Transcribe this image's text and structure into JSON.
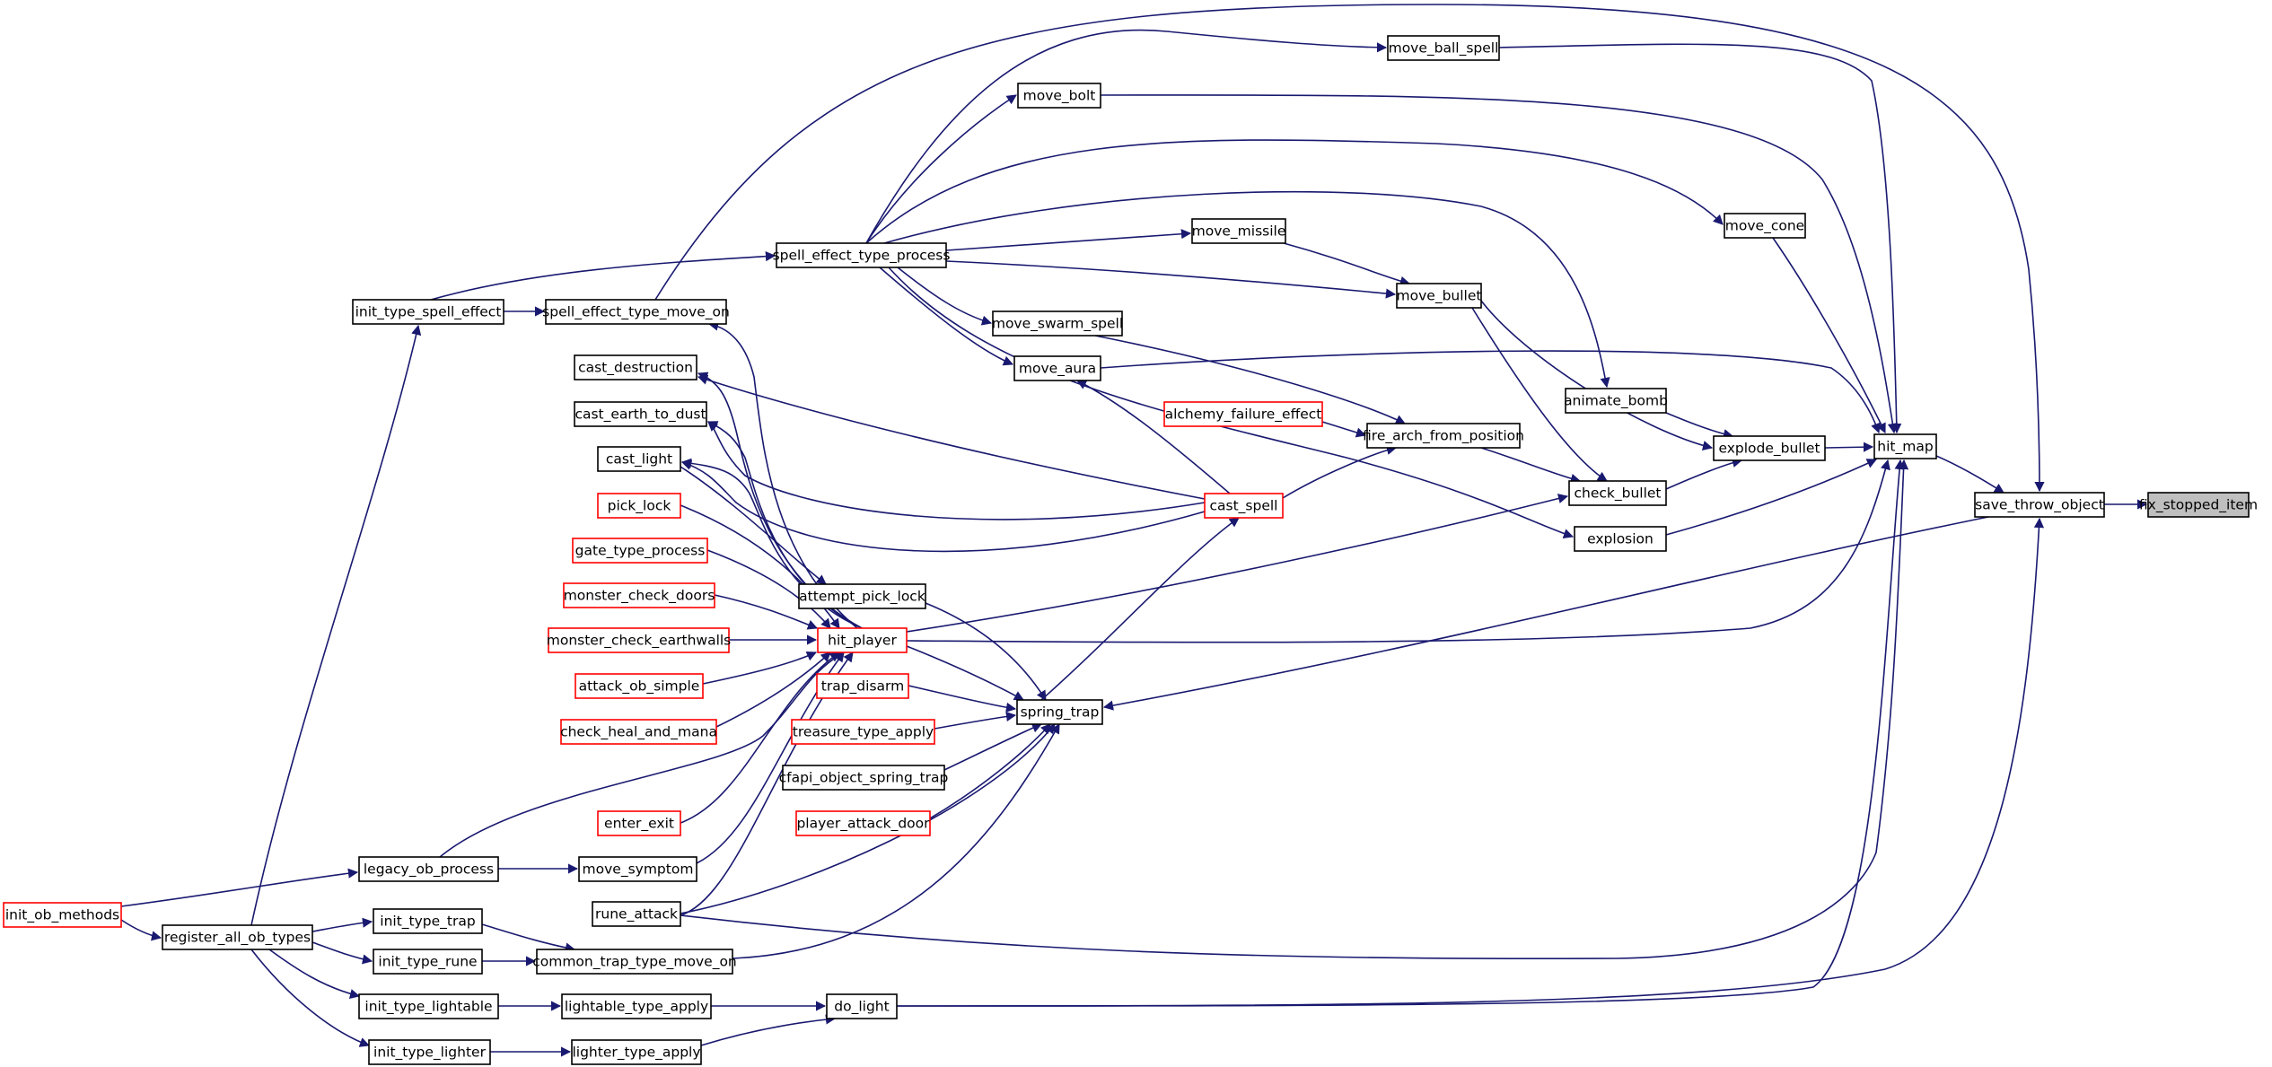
{
  "graph": {
    "edge_color": "#191970",
    "node_border": "#000000",
    "external_node_border": "#ff0000",
    "root_fill": "#bfbfbf",
    "nodes": [
      {
        "id": "fix_stopped_item",
        "label": "fix_stopped_item",
        "style": "root"
      },
      {
        "id": "save_throw_object",
        "label": "save_throw_object",
        "style": "normal"
      },
      {
        "id": "hit_map",
        "label": "hit_map",
        "style": "normal"
      },
      {
        "id": "move_ball_spell",
        "label": "move_ball_spell",
        "style": "normal"
      },
      {
        "id": "move_bolt",
        "label": "move_bolt",
        "style": "normal"
      },
      {
        "id": "move_cone",
        "label": "move_cone",
        "style": "normal"
      },
      {
        "id": "spell_effect_type_process",
        "label": "spell_effect_type_process",
        "style": "normal"
      },
      {
        "id": "move_missile",
        "label": "move_missile",
        "style": "normal"
      },
      {
        "id": "move_bullet",
        "label": "move_bullet",
        "style": "normal"
      },
      {
        "id": "init_type_spell_effect",
        "label": "init_type_spell_effect",
        "style": "normal"
      },
      {
        "id": "spell_effect_type_move_on",
        "label": "spell_effect_type_move_on",
        "style": "normal"
      },
      {
        "id": "move_swarm_spell",
        "label": "move_swarm_spell",
        "style": "normal"
      },
      {
        "id": "cast_destruction",
        "label": "cast_destruction",
        "style": "normal"
      },
      {
        "id": "move_aura",
        "label": "move_aura",
        "style": "normal"
      },
      {
        "id": "animate_bomb",
        "label": "animate_bomb",
        "style": "normal"
      },
      {
        "id": "alchemy_failure_effect",
        "label": "alchemy_failure_effect",
        "style": "external"
      },
      {
        "id": "cast_earth_to_dust",
        "label": "cast_earth_to_dust",
        "style": "normal"
      },
      {
        "id": "fire_arch_from_position",
        "label": "fire_arch_from_position",
        "style": "normal"
      },
      {
        "id": "explode_bullet",
        "label": "explode_bullet",
        "style": "normal"
      },
      {
        "id": "cast_light",
        "label": "cast_light",
        "style": "normal"
      },
      {
        "id": "check_bullet",
        "label": "check_bullet",
        "style": "normal"
      },
      {
        "id": "cast_spell",
        "label": "cast_spell",
        "style": "external"
      },
      {
        "id": "pick_lock",
        "label": "pick_lock",
        "style": "external"
      },
      {
        "id": "explosion",
        "label": "explosion",
        "style": "normal"
      },
      {
        "id": "gate_type_process",
        "label": "gate_type_process",
        "style": "external"
      },
      {
        "id": "attempt_pick_lock",
        "label": "attempt_pick_lock",
        "style": "normal"
      },
      {
        "id": "monster_check_doors",
        "label": "monster_check_doors",
        "style": "external"
      },
      {
        "id": "monster_check_earthwalls",
        "label": "monster_check_earthwalls",
        "style": "external"
      },
      {
        "id": "hit_player",
        "label": "hit_player",
        "style": "external"
      },
      {
        "id": "attack_ob_simple",
        "label": "attack_ob_simple",
        "style": "external"
      },
      {
        "id": "trap_disarm",
        "label": "trap_disarm",
        "style": "external"
      },
      {
        "id": "spring_trap",
        "label": "spring_trap",
        "style": "normal"
      },
      {
        "id": "check_heal_and_mana",
        "label": "check_heal_and_mana",
        "style": "external"
      },
      {
        "id": "treasure_type_apply",
        "label": "treasure_type_apply",
        "style": "external"
      },
      {
        "id": "cfapi_object_spring_trap",
        "label": "cfapi_object_spring_trap",
        "style": "normal"
      },
      {
        "id": "enter_exit",
        "label": "enter_exit",
        "style": "external"
      },
      {
        "id": "player_attack_door",
        "label": "player_attack_door",
        "style": "external"
      },
      {
        "id": "legacy_ob_process",
        "label": "legacy_ob_process",
        "style": "normal"
      },
      {
        "id": "move_symptom",
        "label": "move_symptom",
        "style": "normal"
      },
      {
        "id": "init_ob_methods",
        "label": "init_ob_methods",
        "style": "external"
      },
      {
        "id": "rune_attack",
        "label": "rune_attack",
        "style": "normal"
      },
      {
        "id": "init_type_trap",
        "label": "init_type_trap",
        "style": "normal"
      },
      {
        "id": "register_all_ob_types",
        "label": "register_all_ob_types",
        "style": "normal"
      },
      {
        "id": "init_type_rune",
        "label": "init_type_rune",
        "style": "normal"
      },
      {
        "id": "common_trap_type_move_on",
        "label": "common_trap_type_move_on",
        "style": "normal"
      },
      {
        "id": "init_type_lightable",
        "label": "init_type_lightable",
        "style": "normal"
      },
      {
        "id": "lightable_type_apply",
        "label": "lightable_type_apply",
        "style": "normal"
      },
      {
        "id": "do_light",
        "label": "do_light",
        "style": "normal"
      },
      {
        "id": "init_type_lighter",
        "label": "init_type_lighter",
        "style": "normal"
      },
      {
        "id": "lighter_type_apply",
        "label": "lighter_type_apply",
        "style": "normal"
      }
    ],
    "edges": [
      [
        "save_throw_object",
        "fix_stopped_item"
      ],
      [
        "hit_map",
        "save_throw_object"
      ],
      [
        "move_ball_spell",
        "hit_map"
      ],
      [
        "move_bolt",
        "hit_map"
      ],
      [
        "move_cone",
        "hit_map"
      ],
      [
        "move_aura",
        "hit_map"
      ],
      [
        "explode_bullet",
        "hit_map"
      ],
      [
        "explosion",
        "hit_map"
      ],
      [
        "do_light",
        "hit_map"
      ],
      [
        "rune_attack",
        "hit_map"
      ],
      [
        "spell_effect_type_move_on",
        "save_throw_object"
      ],
      [
        "spell_effect_type_process",
        "move_ball_spell"
      ],
      [
        "spell_effect_type_process",
        "move_bolt"
      ],
      [
        "spell_effect_type_process",
        "move_cone"
      ],
      [
        "spell_effect_type_process",
        "move_missile"
      ],
      [
        "spell_effect_type_process",
        "move_bullet"
      ],
      [
        "spell_effect_type_process",
        "move_swarm_spell"
      ],
      [
        "spell_effect_type_process",
        "move_aura"
      ],
      [
        "spell_effect_type_process",
        "animate_bomb"
      ],
      [
        "spell_effect_type_process",
        "explosion"
      ],
      [
        "init_type_spell_effect",
        "spell_effect_type_process"
      ],
      [
        "init_type_spell_effect",
        "spell_effect_type_move_on"
      ],
      [
        "register_all_ob_types",
        "init_type_spell_effect"
      ],
      [
        "move_missile",
        "move_bullet"
      ],
      [
        "move_bullet",
        "explode_bullet"
      ],
      [
        "move_bullet",
        "check_bullet"
      ],
      [
        "animate_bomb",
        "explode_bullet"
      ],
      [
        "check_bullet",
        "explode_bullet"
      ],
      [
        "move_swarm_spell",
        "fire_arch_from_position"
      ],
      [
        "alchemy_failure_effect",
        "fire_arch_from_position"
      ],
      [
        "cast_spell",
        "fire_arch_from_position"
      ],
      [
        "fire_arch_from_position",
        "check_bullet"
      ],
      [
        "cast_spell",
        "move_aura"
      ],
      [
        "cast_spell",
        "cast_destruction"
      ],
      [
        "cast_spell",
        "cast_earth_to_dust"
      ],
      [
        "cast_spell",
        "cast_light"
      ],
      [
        "spring_trap",
        "cast_spell"
      ],
      [
        "hit_player",
        "cast_destruction"
      ],
      [
        "hit_player",
        "cast_earth_to_dust"
      ],
      [
        "hit_player",
        "cast_light"
      ],
      [
        "hit_player",
        "check_bullet"
      ],
      [
        "hit_player",
        "hit_map"
      ],
      [
        "hit_player",
        "spring_trap"
      ],
      [
        "hit_player",
        "spell_effect_type_move_on"
      ],
      [
        "pick_lock",
        "hit_player"
      ],
      [
        "gate_type_process",
        "hit_player"
      ],
      [
        "monster_check_doors",
        "hit_player"
      ],
      [
        "monster_check_earthwalls",
        "hit_player"
      ],
      [
        "attack_ob_simple",
        "hit_player"
      ],
      [
        "check_heal_and_mana",
        "hit_player"
      ],
      [
        "enter_exit",
        "hit_player"
      ],
      [
        "legacy_ob_process",
        "hit_player"
      ],
      [
        "move_symptom",
        "hit_player"
      ],
      [
        "rune_attack",
        "hit_player"
      ],
      [
        "attempt_pick_lock",
        "spring_trap"
      ],
      [
        "cast_light",
        "attempt_pick_lock"
      ],
      [
        "trap_disarm",
        "spring_trap"
      ],
      [
        "treasure_type_apply",
        "spring_trap"
      ],
      [
        "cfapi_object_spring_trap",
        "spring_trap"
      ],
      [
        "player_attack_door",
        "spring_trap"
      ],
      [
        "common_trap_type_move_on",
        "spring_trap"
      ],
      [
        "rune_attack",
        "spring_trap"
      ],
      [
        "save_throw_object",
        "spring_trap"
      ],
      [
        "legacy_ob_process",
        "move_symptom"
      ],
      [
        "init_ob_methods",
        "legacy_ob_process"
      ],
      [
        "init_ob_methods",
        "register_all_ob_types"
      ],
      [
        "register_all_ob_types",
        "init_type_trap"
      ],
      [
        "register_all_ob_types",
        "init_type_rune"
      ],
      [
        "register_all_ob_types",
        "init_type_lightable"
      ],
      [
        "register_all_ob_types",
        "init_type_lighter"
      ],
      [
        "init_type_trap",
        "common_trap_type_move_on"
      ],
      [
        "init_type_rune",
        "common_trap_type_move_on"
      ],
      [
        "init_type_lightable",
        "lightable_type_apply"
      ],
      [
        "init_type_lighter",
        "lighter_type_apply"
      ],
      [
        "lightable_type_apply",
        "do_light"
      ],
      [
        "lighter_type_apply",
        "do_light"
      ],
      [
        "do_light",
        "save_throw_object"
      ]
    ]
  }
}
